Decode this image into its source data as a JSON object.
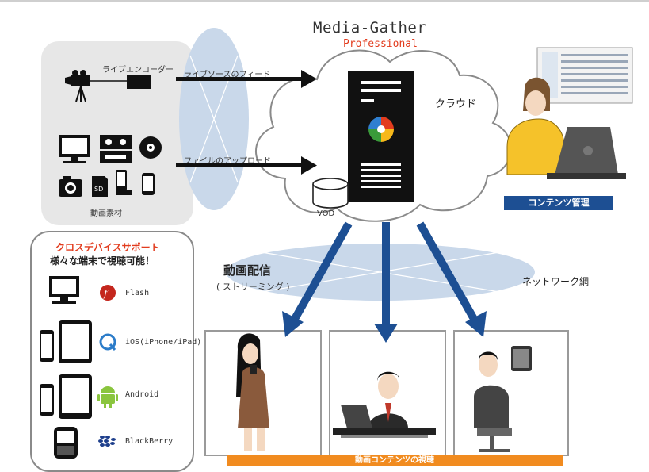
{
  "title": "Media-Gather",
  "subtitle": "Professional",
  "sources": {
    "live_encoder": "ライブエンコーダー",
    "live_feed": "ライブソースのフィード",
    "file_upload": "ファイルのアップロード",
    "materials": "動画素材"
  },
  "cloud": {
    "label": "クラウド",
    "vod": "VOD"
  },
  "management": {
    "badge": "コンテンツ管理"
  },
  "delivery": {
    "title": "動画配信",
    "subtitle": "( ストリーミング )",
    "network": "ネットワーク網"
  },
  "devices": {
    "heading1": "クロスデバイスサポート",
    "heading2": "様々な端末で視聴可能！",
    "items": [
      {
        "label": "Flash",
        "icon": "flash-icon"
      },
      {
        "label": "iOS(iPhone/iPad)",
        "icon": "quicktime-icon"
      },
      {
        "label": "Android",
        "icon": "android-icon"
      },
      {
        "label": "BlackBerry",
        "icon": "blackberry-icon"
      }
    ]
  },
  "viewing": {
    "bar": "動画コンテンツの視聴"
  },
  "colors": {
    "arrow_blue": "#1d4f93",
    "orange": "#f18b1f",
    "accent_red": "#e23c1e",
    "ellipse_blue": "#c9d8ea"
  }
}
